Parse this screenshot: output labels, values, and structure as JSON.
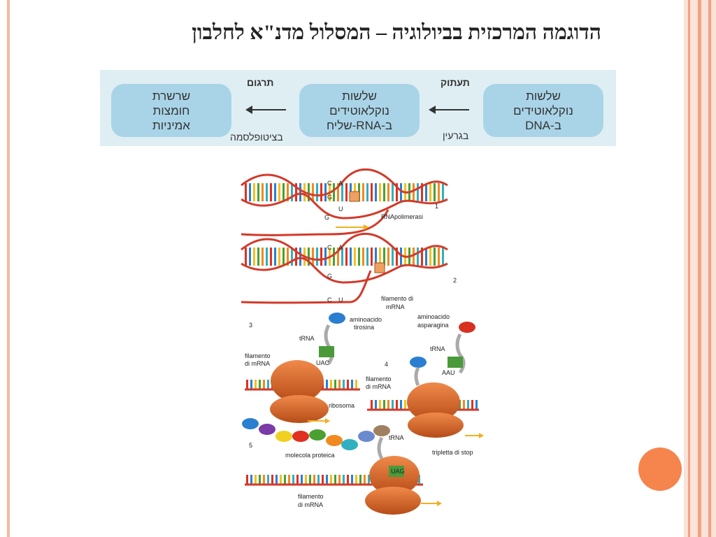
{
  "title": "הדוגמה המרכזית בביולוגיה – המסלול מדנ\"א לחלבון",
  "flow": {
    "nodes": [
      {
        "line1": "שלשות",
        "line2": "נוקלאוטידים",
        "line3": "ב-DNA"
      },
      {
        "line1": "שלשות",
        "line2": "נוקלאוטידים",
        "line3": "ב-RNA-שליח"
      },
      {
        "line1": "שרשרת",
        "line2": "חומצות",
        "line3": "אמיניות"
      }
    ],
    "steps": [
      {
        "name": "תעתוק",
        "location": "בגרעין"
      },
      {
        "name": "תרגום",
        "location": "בציטופלסמה"
      }
    ]
  },
  "figure": {
    "step_numbers": [
      "1",
      "2",
      "3",
      "4",
      "5"
    ],
    "bases_top": [
      "C",
      "A",
      "G",
      "U",
      "G"
    ],
    "bases_mid": [
      "C",
      "A",
      "G",
      "C",
      "U"
    ],
    "labels": {
      "rna_polymerase": "RNApolimerasi",
      "mrna_strand_2": "filamento di",
      "mrna_strand_2b": "mRNA",
      "aa_tyrosine_1": "aminoacido",
      "aa_tyrosine_2": "tirosina",
      "aa_asparagine_1": "aminoacido",
      "aa_asparagine_2": "asparagina",
      "trna_3": "tRNA",
      "trna_4": "tRNA",
      "trna_5": "tRNA",
      "mrna_3a": "filamento",
      "mrna_3b": "di mRNA",
      "mrna_4a": "filamento",
      "mrna_4b": "di mRNA",
      "mrna_5a": "filamento",
      "mrna_5b": "di mRNA",
      "ribosome": "ribosoma",
      "anticodon_3": "UAC",
      "anticodon_4": "AAU",
      "stop_codon": "UAG",
      "protein": "molecola proteica",
      "stop_triplet": "tripletta di stop"
    }
  },
  "colors": {
    "frame": "#f2a184",
    "flow_bg": "#dfeef3",
    "node_bg": "#a9d4e8",
    "dna_backbone": "#d23a2a",
    "ribosome": "#d9662a",
    "page_dot": "#f6854d"
  }
}
